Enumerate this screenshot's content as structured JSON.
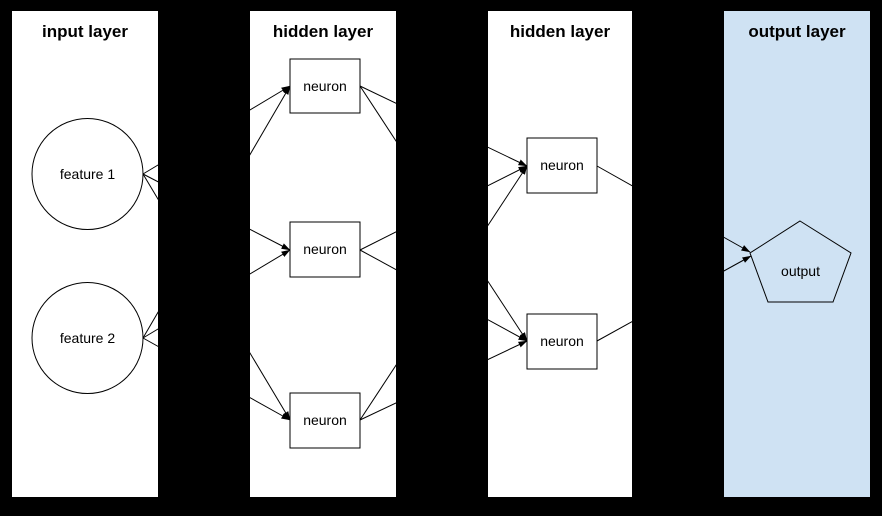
{
  "diagram": {
    "type": "neural-network",
    "background_color": "#000000",
    "connector_color": "#000000",
    "text_color": "#000000",
    "layers": [
      {
        "id": "input",
        "title": "input layer",
        "panel_color": "#ffffff",
        "nodes": [
          {
            "id": "feature-1",
            "label": "feature 1",
            "shape": "circle"
          },
          {
            "id": "feature-2",
            "label": "feature 2",
            "shape": "circle"
          }
        ]
      },
      {
        "id": "hidden-1",
        "title": "hidden layer",
        "panel_color": "#ffffff",
        "nodes": [
          {
            "id": "h1-n1",
            "label": "neuron",
            "shape": "rectangle"
          },
          {
            "id": "h1-n2",
            "label": "neuron",
            "shape": "rectangle"
          },
          {
            "id": "h1-n3",
            "label": "neuron",
            "shape": "rectangle"
          }
        ]
      },
      {
        "id": "hidden-2",
        "title": "hidden layer",
        "panel_color": "#ffffff",
        "nodes": [
          {
            "id": "h2-n1",
            "label": "neuron",
            "shape": "rectangle"
          },
          {
            "id": "h2-n2",
            "label": "neuron",
            "shape": "rectangle"
          }
        ]
      },
      {
        "id": "output",
        "title": "output layer",
        "panel_color": "#cfe2f3",
        "nodes": [
          {
            "id": "out-1",
            "label": "output",
            "shape": "pentagon"
          }
        ]
      }
    ],
    "connections": [
      {
        "from": "feature-1",
        "to": "h1-n1"
      },
      {
        "from": "feature-1",
        "to": "h1-n2"
      },
      {
        "from": "feature-1",
        "to": "h1-n3"
      },
      {
        "from": "feature-2",
        "to": "h1-n1"
      },
      {
        "from": "feature-2",
        "to": "h1-n2"
      },
      {
        "from": "feature-2",
        "to": "h1-n3"
      },
      {
        "from": "h1-n1",
        "to": "h2-n1"
      },
      {
        "from": "h1-n1",
        "to": "h2-n2"
      },
      {
        "from": "h1-n2",
        "to": "h2-n1"
      },
      {
        "from": "h1-n2",
        "to": "h2-n2"
      },
      {
        "from": "h1-n3",
        "to": "h2-n1"
      },
      {
        "from": "h1-n3",
        "to": "h2-n2"
      },
      {
        "from": "h2-n1",
        "to": "out-1"
      },
      {
        "from": "h2-n2",
        "to": "out-1"
      }
    ]
  }
}
